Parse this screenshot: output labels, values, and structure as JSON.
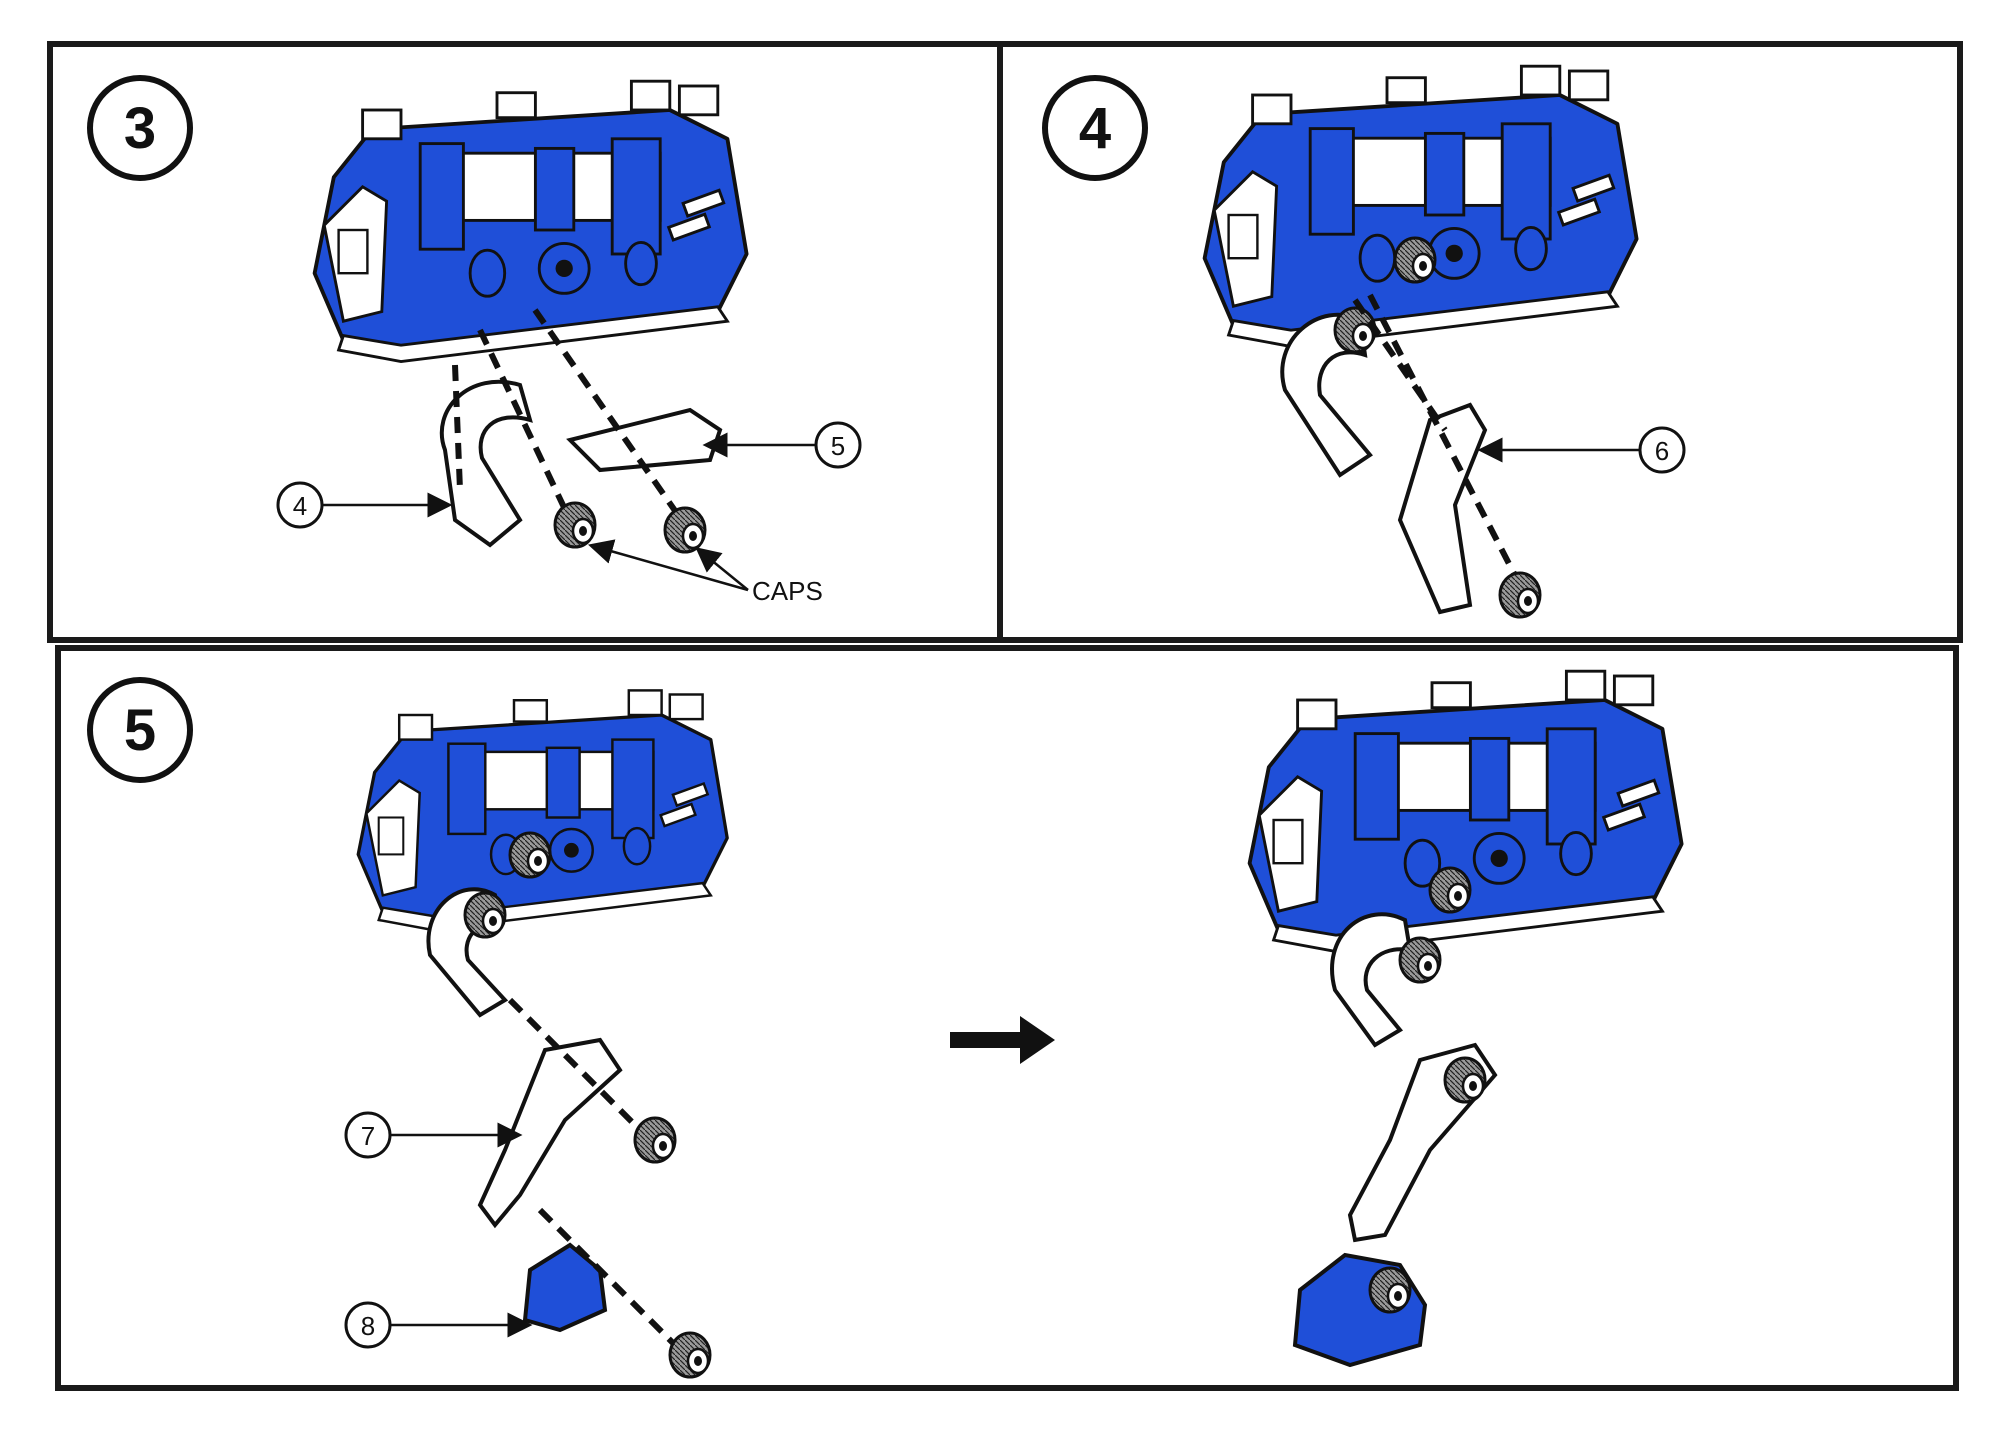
{
  "steps": [
    {
      "number": "3"
    },
    {
      "number": "4"
    },
    {
      "number": "5"
    }
  ],
  "callouts": {
    "step3_part_a": "4",
    "step3_part_b": "5",
    "step3_caps": "CAPS",
    "step4_part": "6",
    "step5_part_a": "7",
    "step5_part_b": "8"
  },
  "colors": {
    "frame": "#1a1a1a",
    "body_blue": "#1f4fd8",
    "part_white": "#ffffff",
    "cap_gray": "#6f6f6f"
  }
}
